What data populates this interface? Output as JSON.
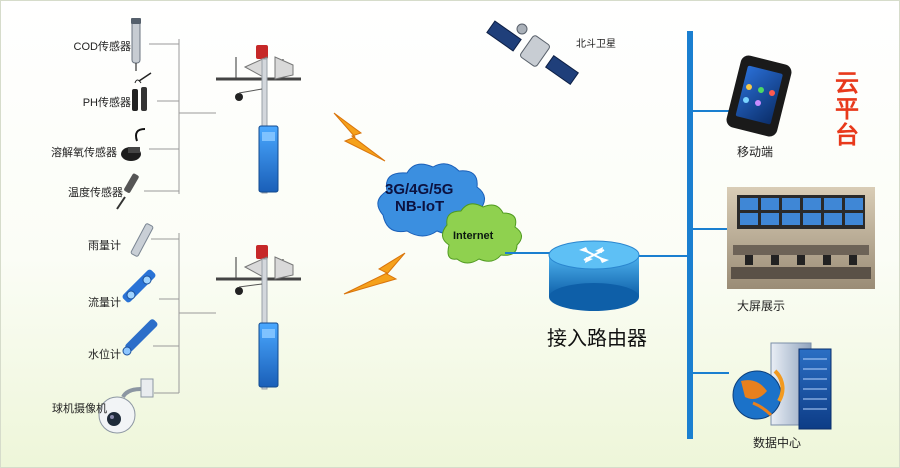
{
  "sensors": [
    {
      "label": "COD传感器",
      "icon": "cod-sensor-icon"
    },
    {
      "label": "PH传感器",
      "icon": "ph-sensor-icon"
    },
    {
      "label": "溶解氧传感器",
      "icon": "dissolved-oxygen-sensor-icon"
    },
    {
      "label": "温度传感器",
      "icon": "temperature-sensor-icon"
    },
    {
      "label": "雨量计",
      "icon": "rain-gauge-icon"
    },
    {
      "label": "流量计",
      "icon": "flow-meter-icon"
    },
    {
      "label": "水位计",
      "icon": "water-level-gauge-icon"
    },
    {
      "label": "球机摄像机",
      "icon": "dome-camera-icon"
    }
  ],
  "network": {
    "cellular": "3G/4G/5G",
    "nbiot": "NB-IoT",
    "internet": "Internet",
    "satellite": "北斗卫星"
  },
  "router": {
    "label": "接入路由器"
  },
  "endpoints": [
    {
      "label": "移动端",
      "icon": "smartphone-icon"
    },
    {
      "label": "大屏展示",
      "icon": "control-room-icon"
    },
    {
      "label": "数据中心",
      "icon": "data-center-icon"
    }
  ],
  "platform": {
    "label": "云平台"
  },
  "colors": {
    "backbone": "#1a7fd0",
    "wire": "#9a9a9a",
    "cloud_blue": "#3b8fe0",
    "cloud_green": "#8fd14f",
    "lightning": "#f5a11b",
    "platform_text": "#e8391b"
  }
}
